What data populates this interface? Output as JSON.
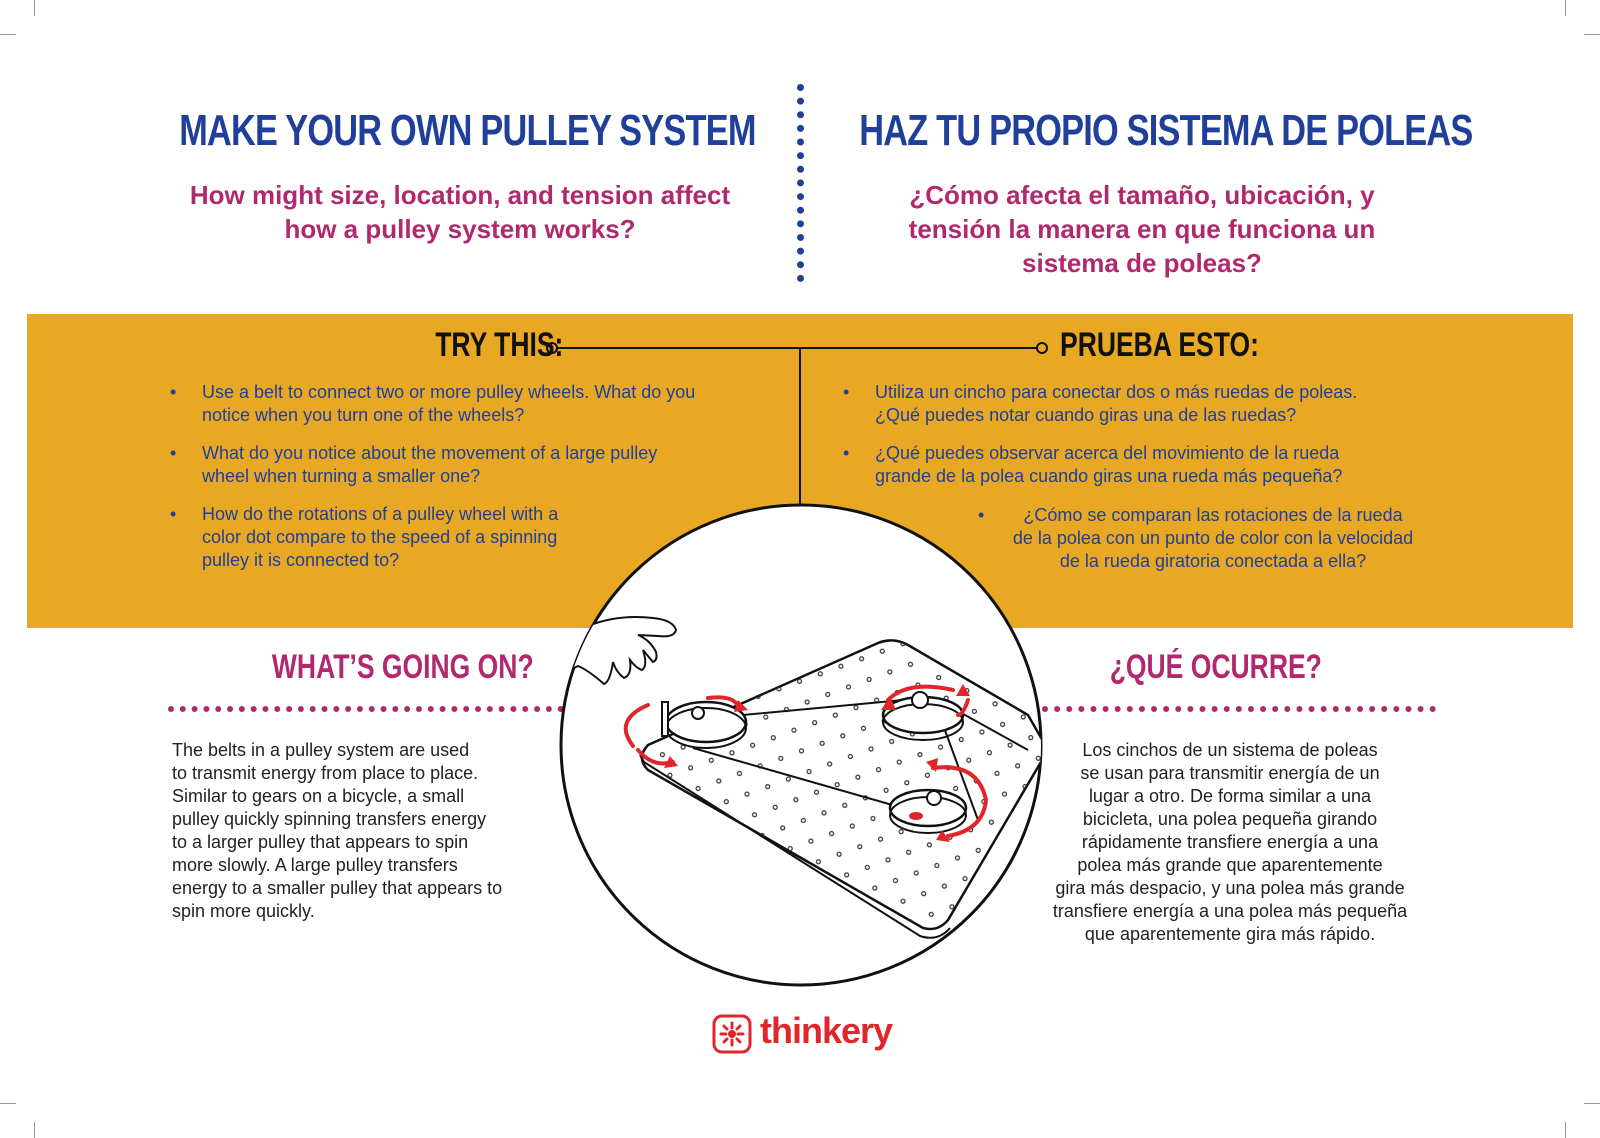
{
  "left": {
    "title": "MAKE YOUR OWN PULLEY SYSTEM",
    "question_lines": [
      "How might size, location, and tension affect",
      "how a pulley system works?"
    ],
    "try_heading": "TRY THIS:",
    "bullets": [
      [
        "Use a belt to connect two or more pulley wheels. What do you",
        "notice when you turn one of the wheels?"
      ],
      [
        "What do you notice about the movement of a large pulley",
        "wheel when turning a smaller one?"
      ],
      [
        "How do the rotations of a pulley wheel with a",
        "color dot compare to the speed of a spinning",
        "pulley it is connected to?"
      ]
    ],
    "going_heading": "WHAT’S GOING ON?",
    "body_lines": [
      "The belts in a pulley system are used",
      "to transmit energy from place to place.",
      "Similar to gears on a bicycle, a small",
      "pulley quickly spinning transfers energy",
      "to a larger pulley that appears to spin",
      "more slowly. A large pulley transfers",
      "energy to a smaller pulley that appears to",
      "spin more quickly."
    ]
  },
  "right": {
    "title": "HAZ TU PROPIO SISTEMA DE POLEAS",
    "question_lines": [
      "¿Cómo afecta el tamaño, ubicación, y",
      "tensión la manera en que funciona un",
      "sistema de poleas?"
    ],
    "try_heading": "PRUEBA ESTO:",
    "bullets": [
      [
        "Utiliza un cincho para conectar dos o más ruedas de poleas.",
        "¿Qué puedes notar cuando giras una de las ruedas?"
      ],
      [
        "¿Qué puedes observar acerca del movimiento de la rueda",
        "grande de la polea cuando giras una rueda más pequeña?"
      ],
      [
        "¿Cómo se comparan las rotaciones de la rueda",
        "de la polea con un punto de color con la velocidad",
        "de la rueda giratoria conectada a ella?"
      ]
    ],
    "going_heading": "¿QUÉ OCURRE?",
    "body_lines": [
      "Los cinchos de un sistema de poleas",
      "se usan para transmitir energía de un",
      "lugar a otro. De forma similar a una",
      "bicicleta, una polea pequeña girando",
      "rápidamente transfiere energía a una",
      "polea más grande que aparentemente",
      "gira más despacio, y una polea más grande",
      "transfiere energía a una polea más pequeña",
      "que aparentemente gira más rápido."
    ]
  },
  "logo": {
    "text": "thinkery"
  },
  "colors": {
    "blue": "#1f3f9a",
    "magenta": "#b0286e",
    "band": "#e8a824",
    "logo_red": "#e0262b"
  }
}
